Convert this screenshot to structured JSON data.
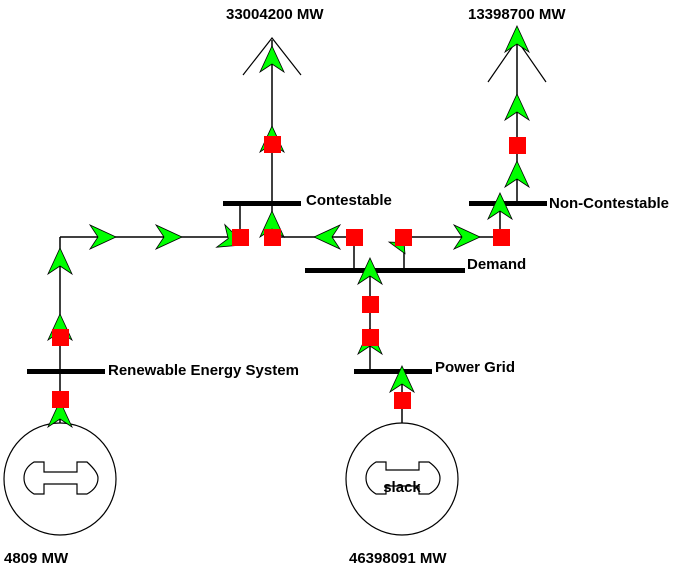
{
  "colors": {
    "breaker": "#ff0000",
    "flow_arrow": "#00ff00",
    "bus": "#000000",
    "line": "#000000"
  },
  "buses": [
    {
      "id": "contestable",
      "label": "Contestable"
    },
    {
      "id": "non_contestable",
      "label": "Non-Contestable"
    },
    {
      "id": "demand",
      "label": "Demand"
    },
    {
      "id": "renewable",
      "label": "Renewable Energy System"
    },
    {
      "id": "power_grid",
      "label": "Power Grid"
    }
  ],
  "loads": [
    {
      "bus": "contestable",
      "value": "33004200 MW"
    },
    {
      "bus": "non_contestable",
      "value": "13398700 MW"
    }
  ],
  "generators": [
    {
      "bus": "renewable",
      "value": "4809 MW",
      "tag": ""
    },
    {
      "bus": "power_grid",
      "value": "46398091 MW",
      "tag": "slack"
    }
  ]
}
